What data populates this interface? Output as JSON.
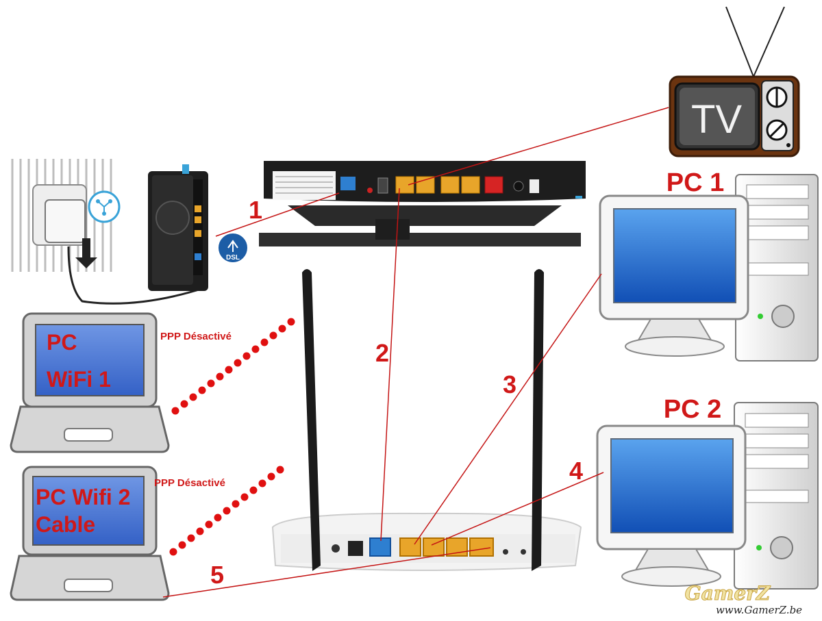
{
  "connections": [
    {
      "id": "1",
      "label": "1"
    },
    {
      "id": "2",
      "label": "2"
    },
    {
      "id": "3",
      "label": "3"
    },
    {
      "id": "4",
      "label": "4"
    },
    {
      "id": "5",
      "label": "5"
    }
  ],
  "devices": {
    "tv": {
      "label": "TV"
    },
    "pc1": {
      "label": "PC 1"
    },
    "pc2": {
      "label": "PC 2"
    },
    "laptop1": {
      "line1": "PC",
      "line2": "WiFi 1"
    },
    "laptop2": {
      "line1": "PC Wifi 2",
      "line2": "Cable"
    },
    "modem_badge": "DSL"
  },
  "wireless": {
    "laptop1_status": "PPP Désactivé",
    "laptop2_status": "PPP Désactivé"
  },
  "watermark": {
    "logo": "GamerZ",
    "url": "www.GamerZ.be"
  },
  "colors": {
    "accent_red": "#d01818",
    "screen_blue": "#1a63c8",
    "port_yellow": "#e8a52a",
    "wan_blue": "#2e7fd0"
  }
}
